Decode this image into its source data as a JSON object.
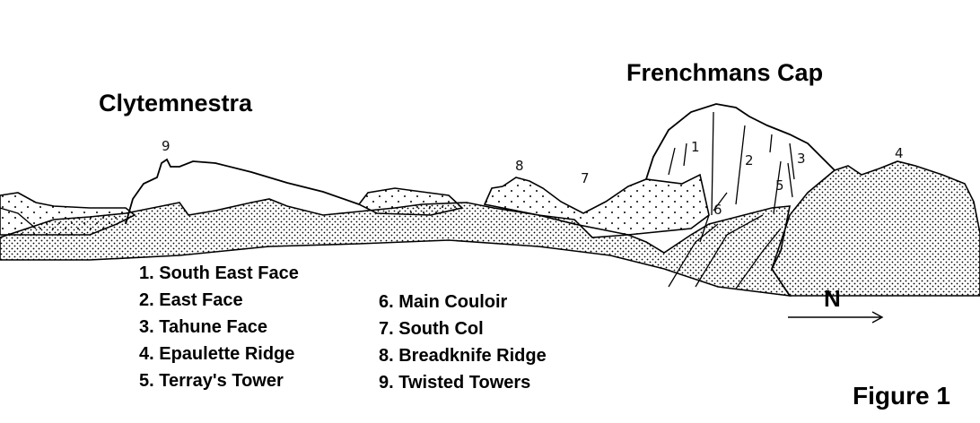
{
  "titles": {
    "left_peak": "Clytemnestra",
    "right_peak": "Frenchmans Cap",
    "figure": "Figure 1",
    "north": "N"
  },
  "sketch_labels": [
    "1",
    "2",
    "3",
    "4",
    "5",
    "6",
    "7",
    "8",
    "9"
  ],
  "legend_left": [
    "1. South East Face",
    "2. East Face",
    "3. Tahune Face",
    "4. Epaulette Ridge",
    "5. Terray's Tower"
  ],
  "legend_right": [
    "6. Main Couloir",
    "7. South Col",
    "8. Breadknife Ridge",
    "9. Twisted Towers"
  ]
}
